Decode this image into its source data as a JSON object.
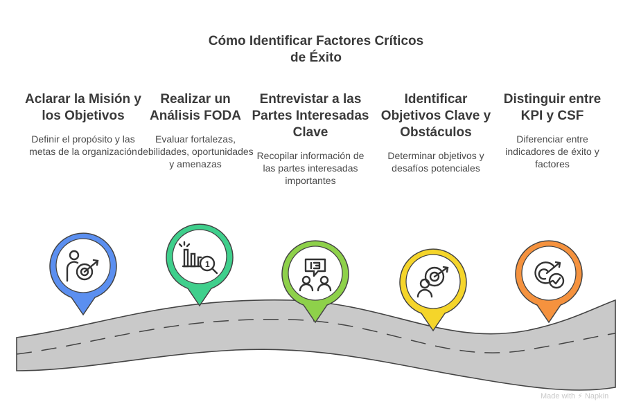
{
  "title": {
    "line1": "Cómo Identificar Factores Críticos",
    "line2": "de Éxito"
  },
  "steps": [
    {
      "head": "Aclarar la Misión y los Objetivos",
      "desc": "Definir el propósito y las metas de la organización",
      "color": "#5b8ff0",
      "icon": "person-target-icon"
    },
    {
      "head": "Realizar un Análisis FODA",
      "desc": "Evaluar fortalezas, debilidades, oportunidades y amenazas",
      "color": "#3fcf8c",
      "icon": "chart-magnifier-icon"
    },
    {
      "head": "Entrevistar a las Partes Interesadas Clave",
      "desc": "Recopilar información de las partes interesadas importantes",
      "color": "#8ed14a",
      "icon": "interview-icon"
    },
    {
      "head": "Identificar Objetivos Clave y Obstáculos",
      "desc": "Determinar objetivos y desafíos potenciales",
      "color": "#f5d52a",
      "icon": "target-person-icon"
    },
    {
      "head": "Distinguir entre KPI y CSF",
      "desc": "Diferenciar entre indicadores de éxito y factores",
      "color": "#f5923e",
      "icon": "target-check-icon"
    }
  ],
  "watermark": "Made with ⚡ Napkin"
}
